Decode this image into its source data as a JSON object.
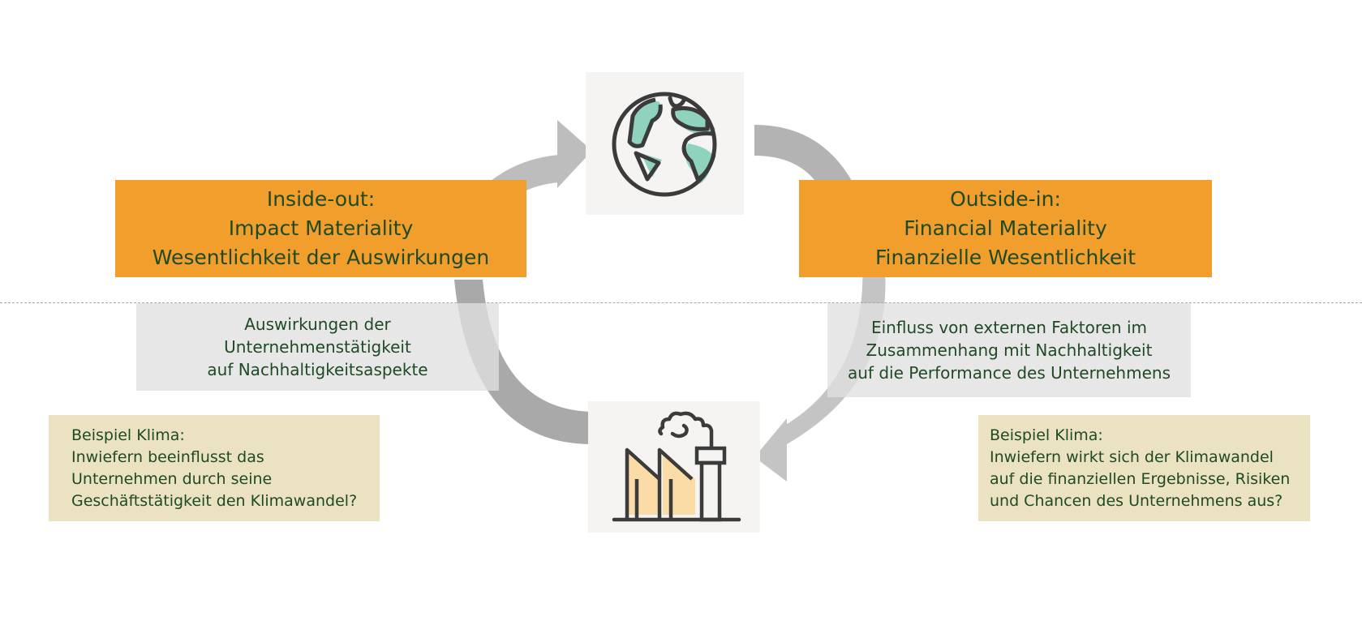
{
  "inside_out": {
    "heading": "Inside-out:",
    "line2": "Impact Materiality",
    "line3": "Wesentlichkeit der Auswirkungen"
  },
  "outside_in": {
    "heading": "Outside-in:",
    "line2": "Financial Materiality",
    "line3": "Finanzielle Wesentlichkeit"
  },
  "left_description": {
    "line1": "Auswirkungen der",
    "line2": "Unternehmenstätigkeit",
    "line3": "auf Nachhaltigkeitsaspekte"
  },
  "right_description": {
    "line1": "Einfluss von externen Faktoren im",
    "line2": "Zusammenhang mit Nachhaltigkeit",
    "line3": "auf die Performance des Unternehmens"
  },
  "left_example": {
    "line1": "Beispiel Klima:",
    "line2": "Inwiefern beeinflusst das",
    "line3": "Unternehmen durch seine",
    "line4": "Geschäftstätigkeit den Klimawandel?"
  },
  "right_example": {
    "line1": "Beispiel Klima:",
    "line2": "Inwiefern wirkt sich der Klimawandel",
    "line3": "auf die finanziellen Ergebnisse, Risiken",
    "line4": "und Chancen des Unternehmens aus?"
  },
  "icons": {
    "top": "globe-icon",
    "bottom": "factory-icon"
  },
  "colors": {
    "orange": "#f29e2d",
    "dark_green_text": "#1f4a24",
    "grey_box": "#e0e0e0",
    "beige_box": "#ebe2c1",
    "icon_tile": "#f5f4f2",
    "arrow": "#a9a9a9",
    "globe_land": "#8fd3bf",
    "factory_fill": "#fbdca6"
  }
}
